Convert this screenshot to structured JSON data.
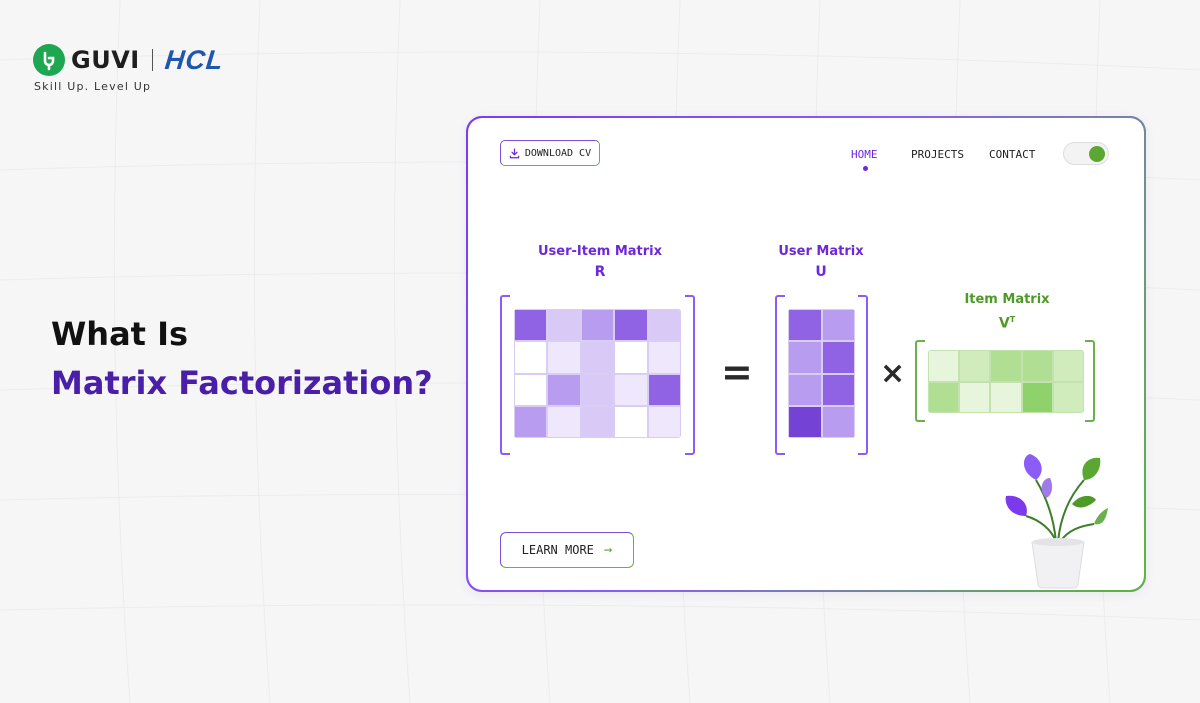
{
  "brand": {
    "guvi": "GUVI",
    "hcl": "HCL",
    "tagline": "Skill Up. Level Up",
    "logo_icon": "guvi-logo-icon",
    "colors": {
      "guvi_green": "#1ea650",
      "hcl_blue": "#1f57ad"
    }
  },
  "headline": {
    "line1": "What Is",
    "line2": "Matrix Factorization?"
  },
  "card": {
    "download_label": "DOWNLOAD CV",
    "download_icon": "download-icon",
    "nav": {
      "home": "HOME",
      "projects": "PROJECTS",
      "contact": "CONTACT",
      "active": "HOME"
    },
    "toggle_on": true,
    "learn_label": "LEARN MORE",
    "learn_icon": "arrow-right-icon",
    "accent_purple": "#6d28d9",
    "accent_green": "#5aa832"
  },
  "matrices": {
    "r": {
      "name": "User-Item Matrix",
      "symbol": "R"
    },
    "u": {
      "name": "User Matrix",
      "symbol": "U"
    },
    "v": {
      "name": "Item Matrix",
      "symbol": "V",
      "superscript": "T"
    },
    "equals": "=",
    "times": "×"
  }
}
